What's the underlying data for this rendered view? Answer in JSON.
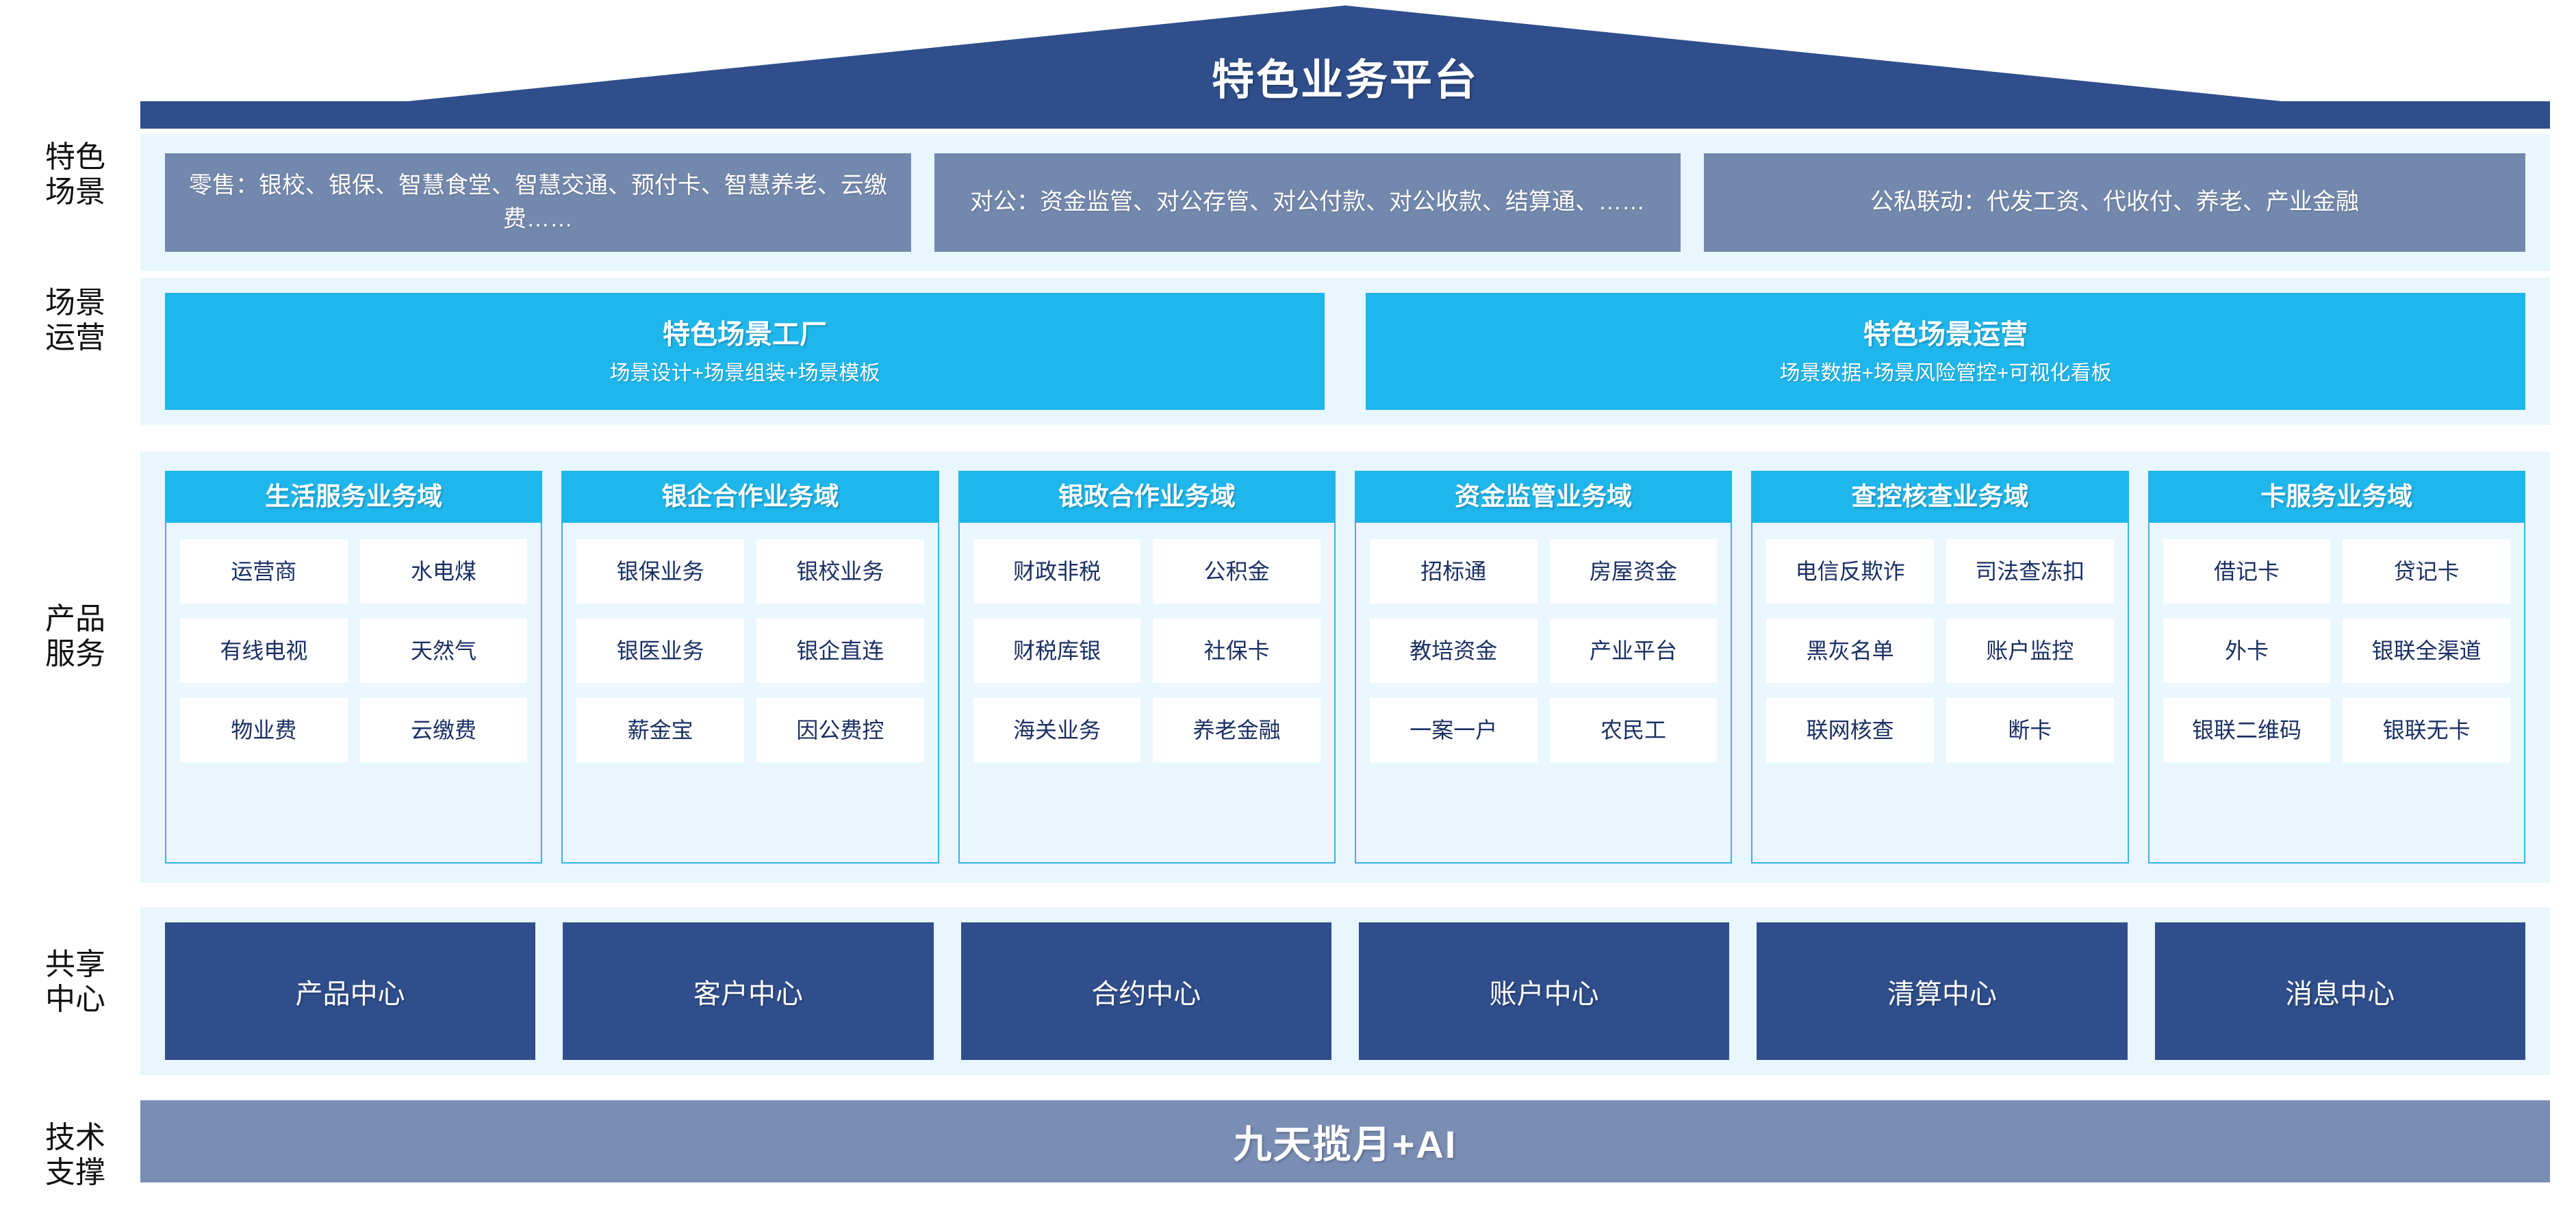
{
  "header": {
    "title": "特色业务平台"
  },
  "rows": {
    "scenarios": {
      "label": "特色\n场景",
      "label_line1": "特色",
      "label_line2": "场景",
      "boxes": [
        "零售：银校、银保、智慧食堂、智慧交通、预付卡、智慧养老、云缴费……",
        "对公：资金监管、对公存管、对公付款、对公收款、结算通、……",
        "公私联动：代发工资、代收付、养老、产业金融"
      ]
    },
    "operations": {
      "label_line1": "场景",
      "label_line2": "运营",
      "boxes": [
        {
          "title": "特色场景工厂",
          "subtitle": "场景设计+场景组装+场景模板"
        },
        {
          "title": "特色场景运营",
          "subtitle": "场景数据+场景风险管控+可视化看板"
        }
      ]
    },
    "products": {
      "label_line1": "产品",
      "label_line2": "服务",
      "domains": [
        {
          "name": "生活服务业务域",
          "items": [
            [
              "运营商"
            ],
            [
              "水电煤"
            ],
            [
              "有线电视"
            ],
            [
              "天然气"
            ],
            [
              "物业费"
            ],
            [
              "云缴费"
            ]
          ]
        },
        {
          "name": "银企合作业务域",
          "items": [
            [
              "银保业务"
            ],
            [
              "银校业务"
            ],
            [
              "银医业务"
            ],
            [
              "银企直连"
            ],
            [
              "薪金宝"
            ],
            [
              "因公费控"
            ]
          ]
        },
        {
          "name": "银政合作业务域",
          "items": [
            [
              "财政非税"
            ],
            [
              "公积金"
            ],
            [
              "财税库银"
            ],
            [
              "社保卡"
            ],
            [
              "海关业务"
            ],
            [
              "养老金融"
            ]
          ]
        },
        {
          "name": "资金监管业务域",
          "items": [
            [
              "招标通"
            ],
            [
              "房屋资金"
            ],
            [
              "教培资金"
            ],
            [
              "产业平台"
            ],
            [
              "一案一户"
            ],
            [
              "农民工"
            ]
          ]
        },
        {
          "name": "查控核查业务域",
          "items": [
            [
              "电信",
              "反欺诈"
            ],
            [
              "司法",
              "查冻扣"
            ],
            [
              "黑灰名单"
            ],
            [
              "账户监控"
            ],
            [
              "联网核查"
            ],
            [
              "断卡"
            ]
          ]
        },
        {
          "name": "卡服务业务域",
          "items": [
            [
              "借记卡"
            ],
            [
              "贷记卡"
            ],
            [
              "外卡"
            ],
            [
              "银联",
              "全渠道"
            ],
            [
              "银联",
              "二维码"
            ],
            [
              "银联无卡"
            ]
          ]
        }
      ]
    },
    "shared_centers": {
      "label_line1": "共享",
      "label_line2": "中心",
      "items": [
        "产品中心",
        "客户中心",
        "合约中心",
        "账户中心",
        "清算中心",
        "消息中心"
      ]
    },
    "tech_support": {
      "label_line1": "技术",
      "label_line2": "支撑",
      "text": "九天揽月+AI"
    }
  },
  "colors": {
    "roof": "#2f4e8b",
    "band_bg": "#e8f6fd",
    "scene_box": "#7388ad",
    "cyan": "#1fb6ec",
    "navy": "#2f4e8b",
    "tech_bar": "#7a8db3",
    "cell_text": "#1a2f64"
  }
}
